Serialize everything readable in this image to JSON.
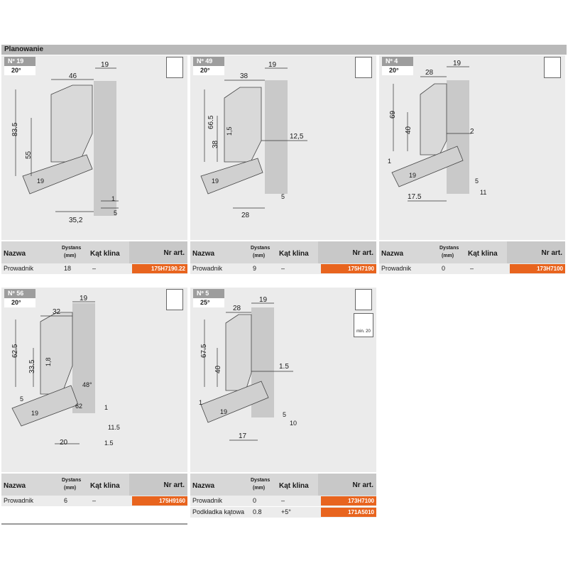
{
  "section": {
    "title": "Planowanie"
  },
  "table_headers": {
    "name": "Nazwa",
    "dist_top": "Dystans",
    "dist_bottom": "(mm)",
    "angle": "Kąt klina",
    "art": "Nr art."
  },
  "panels": [
    {
      "number": "Nº 19",
      "angle": "20°",
      "dims": {
        "top": "19",
        "width": "46",
        "height_outer": "83.5",
        "height_inner": "55",
        "bottom_w": "35,2",
        "side": "19",
        "gap1": "1",
        "gap2": "5"
      },
      "rows": [
        {
          "name": "Prowadnik",
          "distance": "18",
          "angle": "–",
          "art": "175H7190.22"
        }
      ]
    },
    {
      "number": "Nº 49",
      "angle": "20°",
      "dims": {
        "top": "19",
        "width": "38",
        "height_outer": "66.5",
        "height_inner": "38",
        "small": "1,5",
        "offset": "12,5",
        "side": "19",
        "gap2": "5",
        "bottom_w": "28"
      },
      "rows": [
        {
          "name": "Prowadnik",
          "distance": "9",
          "angle": "–",
          "art": "175H7190"
        }
      ]
    },
    {
      "number": "Nº 4",
      "angle": "20°",
      "dims": {
        "top": "19",
        "width": "28",
        "height_outer": "69",
        "height_inner": "40",
        "offset": "2",
        "side": "19",
        "gap1": "1",
        "gap2": "5",
        "gap3": "11",
        "bottom_w": "17.5"
      },
      "rows": [
        {
          "name": "Prowadnik",
          "distance": "0",
          "angle": "–",
          "art": "173H7100"
        }
      ]
    },
    {
      "number": "Nº 56",
      "angle": "20°",
      "dims": {
        "top": "19",
        "width": "32",
        "height_outer": "62.5",
        "height_inner": "33.5",
        "small": "1,8",
        "side": "19",
        "gap_top": "5",
        "diag": "62",
        "deg": "48°",
        "gap1": "1",
        "gap2": "11.5",
        "gap3": "1.5",
        "bottom_w": "20"
      },
      "rows": [
        {
          "name": "Prowadnik",
          "distance": "6",
          "angle": "–",
          "art": "175H9160"
        }
      ]
    },
    {
      "number": "Nº 5",
      "angle": "25°",
      "dims": {
        "top": "19",
        "width": "28",
        "height_outer": "67.5",
        "height_inner": "40",
        "offset": "1.5",
        "side": "19",
        "gap1": "1",
        "gap2": "5",
        "gap3": "10",
        "bottom_w": "17"
      },
      "screw_label": "min. 20",
      "rows": [
        {
          "name": "Prowadnik",
          "distance": "0",
          "angle": "–",
          "art": "173H7100"
        },
        {
          "name": "Podkładka kątowa",
          "distance": "0.8",
          "angle": "+5°",
          "art": "171A5010"
        }
      ]
    }
  ]
}
